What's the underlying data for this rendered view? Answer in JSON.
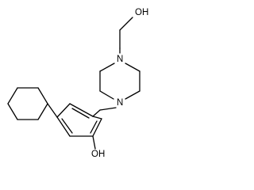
{
  "molecule": {
    "atom_labels": {
      "hydroxyl_top": "OH",
      "nitrogen_top": "N",
      "nitrogen_bottom": "N",
      "hydroxyl_phenol": "OH"
    }
  }
}
